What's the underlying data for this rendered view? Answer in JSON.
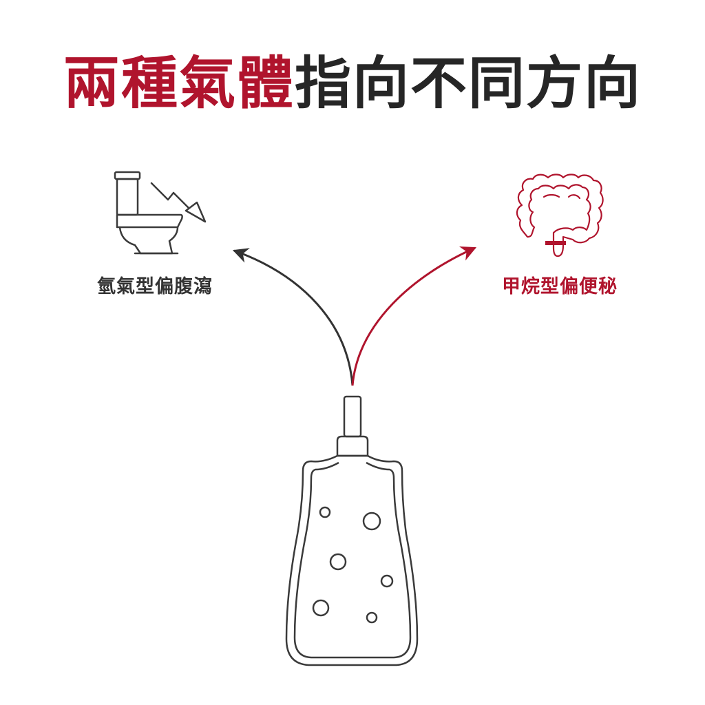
{
  "title": {
    "highlight": "兩種氣體",
    "rest": "指向不同方向"
  },
  "left": {
    "label": "氫氣型偏腹瀉",
    "icon": "toilet-diarrhea-icon"
  },
  "right": {
    "label": "甲烷型偏便秘",
    "icon": "colon-constipation-icon"
  },
  "center": {
    "icon": "gas-bag-icon"
  },
  "colors": {
    "accent": "#b0142d",
    "dark": "#333333",
    "line": "#3a3a3a"
  }
}
